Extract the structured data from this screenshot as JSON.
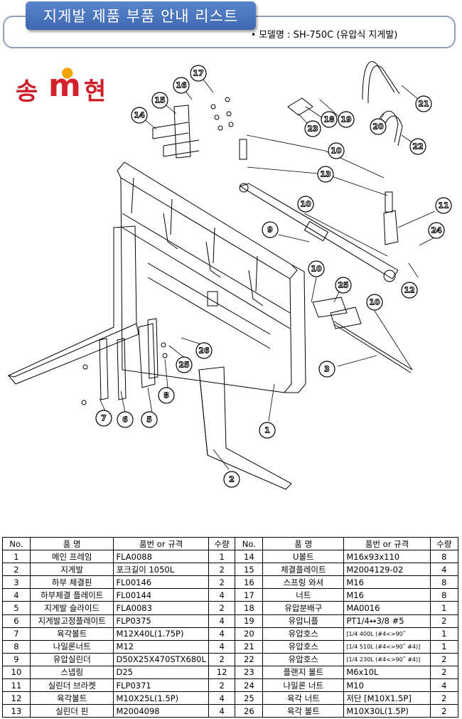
{
  "header": {
    "title": "지게발 제품 부품 안내 리스트",
    "model": "모델명 : SH-750C (유압식 지게발)"
  },
  "logo": {
    "text": "송현",
    "colors": {
      "song": "#cc1f2a",
      "m": "#d4202a",
      "hyun": "#cc1f2a",
      "m_accent": "#f1a300"
    }
  },
  "callouts": [
    "1",
    "2",
    "3",
    "5",
    "6",
    "7",
    "8",
    "9",
    "10",
    "10",
    "10",
    "10",
    "11",
    "12",
    "13",
    "14",
    "15",
    "16",
    "17",
    "18",
    "19",
    "20",
    "21",
    "22",
    "23",
    "24",
    "25",
    "25",
    "26"
  ],
  "table": {
    "headers": [
      "No.",
      "품 명",
      "품번 or 규격",
      "수량",
      "No.",
      "품 명",
      "품번 or 규격",
      "수량"
    ],
    "rows": [
      [
        "1",
        "메인 프레임",
        "FLA0088",
        "1",
        "14",
        "U볼트",
        "M16x93x110",
        "8"
      ],
      [
        "2",
        "지게발",
        "포크길이 1050L",
        "2",
        "15",
        "체결플레이트",
        "M2004129-02",
        "4"
      ],
      [
        "3",
        "하부 체결핀",
        "FL00146",
        "2",
        "16",
        "스프링 와셔",
        "M16",
        "8"
      ],
      [
        "4",
        "하부체결 플레이트",
        "FL00144",
        "4",
        "17",
        "너트",
        "M16",
        "8"
      ],
      [
        "5",
        "지게발 슬라이드",
        "FLA0083",
        "2",
        "18",
        "유압분배구",
        "MA0016",
        "1"
      ],
      [
        "6",
        "지게발고정플레이트",
        "FLP0375",
        "4",
        "19",
        "유압니플",
        "PT1/4↔3/8 #5",
        "2"
      ],
      [
        "7",
        "육각볼트",
        "M12X40L(1.75P)",
        "4",
        "20",
        "유압호스",
        "[1/4 400L (#4<>90˚",
        "1"
      ],
      [
        "8",
        "나일론너트",
        "M12",
        "4",
        "21",
        "유압호스",
        "[1/4 510L (#4<>90˚ #4)]",
        "1"
      ],
      [
        "9",
        "유압실린더",
        "D50X25X470STX680L",
        "2",
        "22",
        "유압호스",
        "[1/4 230L (#4<>90˚ #4)]",
        "2"
      ],
      [
        "10",
        "스넵링",
        "D25",
        "12",
        "23",
        "플랜지 볼트",
        "M6x10L",
        "2"
      ],
      [
        "11",
        "실린더 브라켓",
        "FLP0371",
        "2",
        "24",
        "나일론 너트",
        "M10",
        "4"
      ],
      [
        "12",
        "육각볼트",
        "M10X25L(1.5P)",
        "4",
        "25",
        "육각 너트",
        "저단 [M10X1.5P]",
        "2"
      ],
      [
        "13",
        "실린더 핀",
        "M2004098",
        "4",
        "26",
        "육각 볼트",
        "M10X30L(1.5P)",
        "2"
      ]
    ]
  }
}
